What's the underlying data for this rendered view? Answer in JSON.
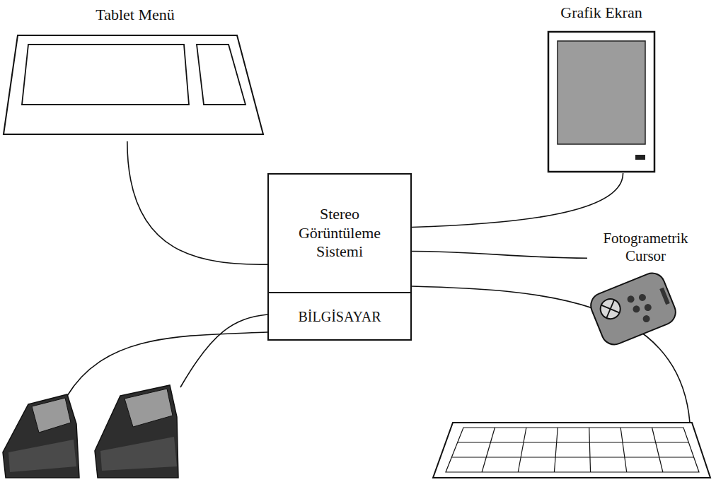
{
  "diagram": {
    "nodes": [
      {
        "text": [
          "Tablet Menü"
        ]
      },
      {
        "text": [
          "Grafik Ekran"
        ]
      },
      {
        "text": [
          "Stereo Görüntüleme Sistemi"
        ]
      },
      {
        "text": [
          "Fotogrametrik Cursor"
        ]
      },
      {
        "text": [
          "BİLGİSAYAR"
        ]
      }
    ],
    "edges": [
      {
        "from": 0,
        "to": 2,
        "arrow": "none"
      },
      {
        "from": 1,
        "to": 2,
        "arrow": "none"
      },
      {
        "from": 2,
        "to": 3,
        "arrow": "none"
      }
    ]
  }
}
